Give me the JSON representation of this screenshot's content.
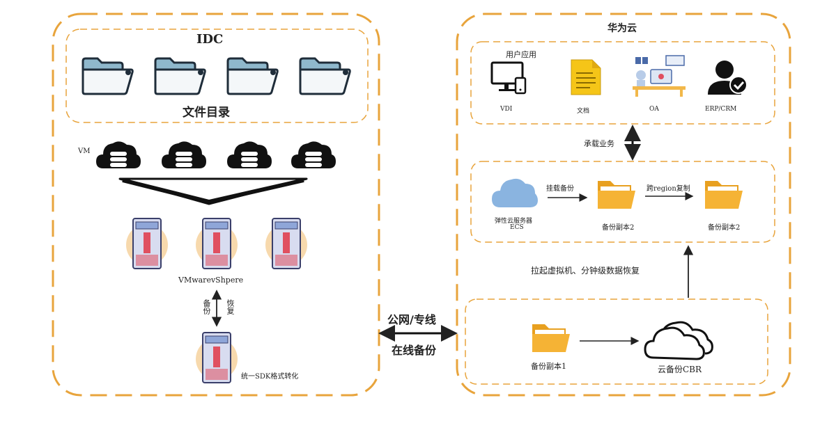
{
  "idc": {
    "title": "IDC",
    "dir_label": "文件目录",
    "vm_label": "VM",
    "vsphere_label": "VMwarevShpere",
    "backup_label": "备份",
    "restore_label": "恢复",
    "sdk_label": "统一SDK格式转化"
  },
  "link": {
    "top_label": "公网/专线",
    "bottom_label": "在线备份"
  },
  "huawei": {
    "title": "华为云",
    "user_app_label": "用户应用",
    "apps": [
      "VDI",
      "文档",
      "OA",
      "ERP/CRM"
    ],
    "business_label": "承载业务",
    "ecs_label_line1": "弹性云服务器",
    "ecs_label_line2": "ECS",
    "mount_label": "挂载备份",
    "cross_region_label": "跨region复制",
    "copy2_label": "备份副本2",
    "copy2b_label": "备份副本2",
    "pull_label": "拉起虚拟机、分钟级数据恢复",
    "copy1_label": "备份副本1",
    "cbr_label": "云备份CBR"
  },
  "colors": {
    "frame": "#e8a43c",
    "folder_outline": "#1f2d3a",
    "folder_tab": "#8fb8cc",
    "folder_yellow": "#f5b335",
    "cloud_blue": "#8ab4e0",
    "server_body": "#d8dcf0",
    "server_accent": "#e05060",
    "server_halo": "#f3c98a"
  }
}
